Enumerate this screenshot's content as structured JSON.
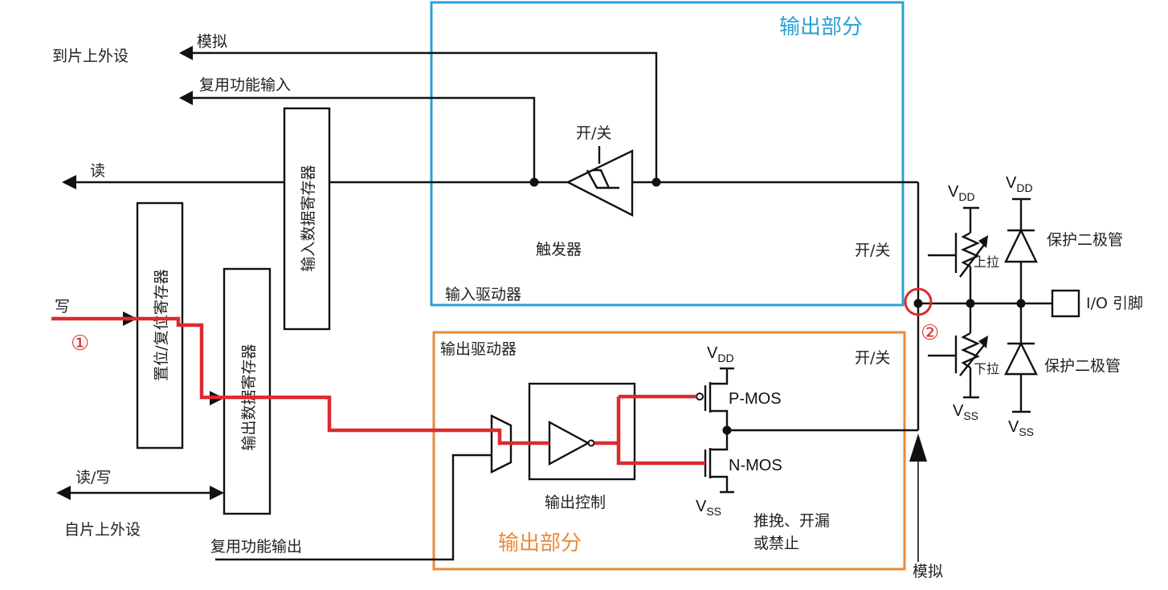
{
  "title": "GPIO 基本结构",
  "sections": {
    "input_section_label": "输出部分",
    "output_section_label": "输出部分",
    "input_driver_label": "输入驱动器",
    "output_driver_label": "输出驱动器"
  },
  "colors": {
    "input_section": "#2aa0d4",
    "output_section": "#e88a3a",
    "highlight_path": "#dc2b2f",
    "wire": "#111111"
  },
  "left_labels": {
    "to_peripheral": "到片上外设",
    "analog_in": "模拟",
    "alt_func_in": "复用功能输入",
    "read": "读",
    "write": "写",
    "read_write": "读/写",
    "from_peripheral": "自片上外设",
    "alt_func_out": "复用功能输出"
  },
  "registers": {
    "input_data": "输入数据寄存器",
    "set_reset": "置位/复位寄存器",
    "output_data": "输出数据寄存器"
  },
  "input_driver": {
    "trigger_label": "触发器",
    "trigger_switch": "开/关",
    "switch_right": "开/关"
  },
  "output_driver": {
    "control_label": "输出控制",
    "switch_right": "开/关",
    "pmos": "P-MOS",
    "nmos": "N-MOS",
    "vdd": "V",
    "vdd_sub": "DD",
    "vss": "V",
    "vss_sub": "SS",
    "mode_line1": "推挽、开漏",
    "mode_line2": "或禁止"
  },
  "analog_bottom": "模拟",
  "pin_section": {
    "pull_up": "上拉",
    "pull_down": "下拉",
    "protect_diode_top": "保护二极管",
    "protect_diode_bottom": "保护二极管",
    "io_pin": "I/O 引脚",
    "v": "V",
    "dd": "DD",
    "ss": "SS"
  },
  "markers": {
    "step1": "①",
    "step2": "②"
  }
}
